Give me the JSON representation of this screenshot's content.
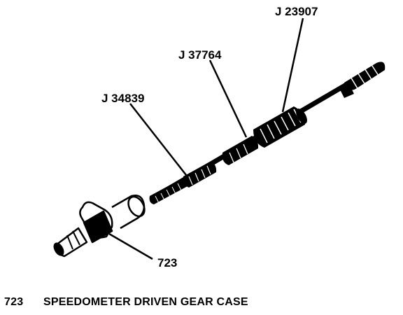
{
  "callouts": {
    "j23907": "J 23907",
    "j37764": "J 37764",
    "j34839": "J 34839",
    "part723": "723"
  },
  "caption": {
    "number": "723",
    "text": "SPEEDOMETER DRIVEN GEAR CASE"
  }
}
